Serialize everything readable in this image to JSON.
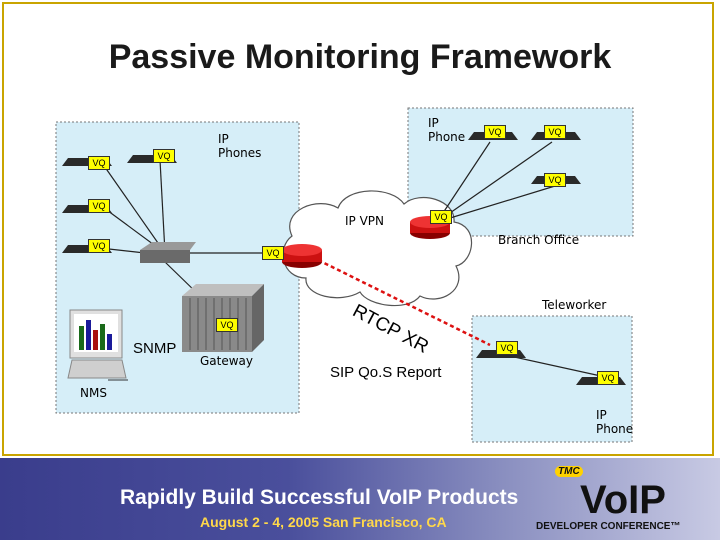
{
  "title": "Passive Monitoring Framework",
  "labels": {
    "ip_phones": "IP\nPhones",
    "ip_phone_top": "IP\nPhone",
    "branch_office": "Branch Office",
    "teleworker": "Teleworker",
    "ip_vpn": "IP VPN",
    "snmp": "SNMP",
    "gateway": "Gateway",
    "nms": "NMS",
    "rtcp_xr": "RTCP XR",
    "sip_qos": "SIP Qo.S Report",
    "ip_phone_bottom": "IP\nPhone"
  },
  "vq_tag": "VQ",
  "banner": {
    "headline": "Rapidly Build Successful VoIP Products",
    "dates": "August 2 - 4, 2005 San Francisco, CA",
    "logo": "VoIP",
    "logo_sub": "DEVELOPER CONFERENCE™",
    "tmc": "TMC"
  },
  "colors": {
    "region_fill": "#d6eef8",
    "vq_fill": "#ffff00",
    "router": "#cc1111",
    "rtcp_line": "#dd1111",
    "border": "#c9a400"
  }
}
